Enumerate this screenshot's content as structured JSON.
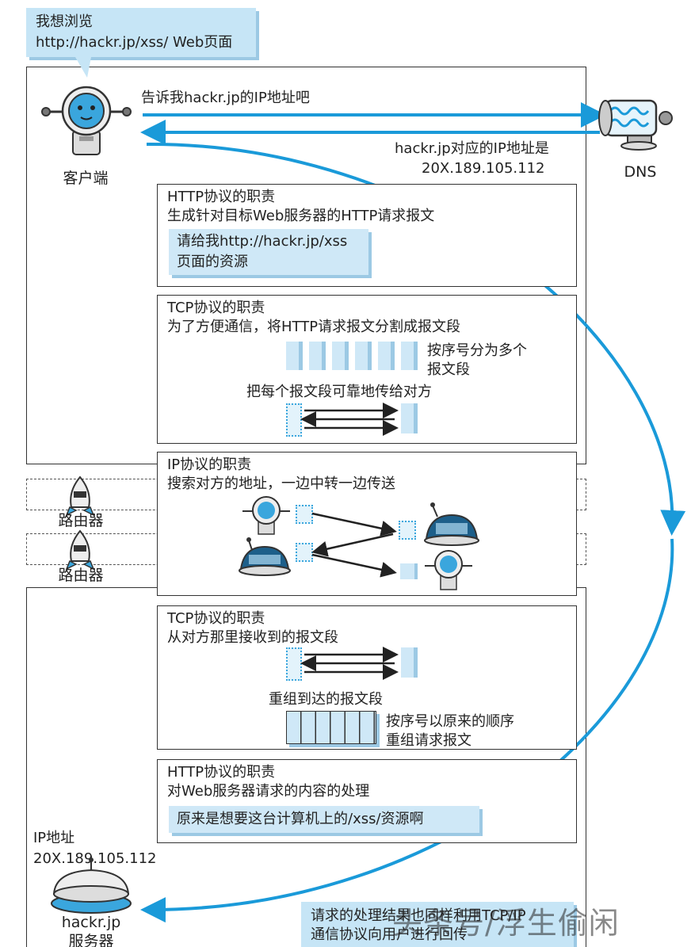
{
  "top_callout": {
    "line1": "我想浏览",
    "line2": "http://hackr.jp/xss/ Web页面"
  },
  "client_label": "客户端",
  "dns_label": "DNS",
  "dns_request": "告诉我hackr.jp的IP地址吧",
  "dns_response": {
    "line1": "hackr.jp对应的IP地址是",
    "line2": "20X.189.105.112"
  },
  "http_client": {
    "title": "HTTP协议的职责",
    "desc": "生成针对目标Web服务器的HTTP请求报文",
    "bubble_line1": "请给我http://hackr.jp/xss",
    "bubble_line2": "页面的资源"
  },
  "tcp_client": {
    "title": "TCP协议的职责",
    "desc": "为了方便通信，将HTTP请求报文分割成报文段",
    "seq_note_line1": "按序号分为多个",
    "seq_note_line2": "报文段",
    "reliable": "把每个报文段可靠地传给对方"
  },
  "ip_layer": {
    "title": "IP协议的职责",
    "desc": "搜索对方的地址，一边中转一边传送"
  },
  "router_label": "路由器",
  "tcp_server": {
    "title": "TCP协议的职责",
    "desc": "从对方那里接收到的报文段",
    "reassemble": "重组到达的报文段",
    "order_note_line1": "按序号以原来的顺序",
    "order_note_line2": "重组请求报文"
  },
  "http_server": {
    "title": "HTTP协议的职责",
    "desc": "对Web服务器请求的内容的处理",
    "bubble": "原来是想要这台计算机上的/xss/资源啊"
  },
  "server_ip": {
    "line1": "IP地址",
    "line2": "20X.189.105.112"
  },
  "server_label": {
    "line1": "hackr.jp",
    "line2": "服务器"
  },
  "bottom_callout": {
    "line1": "请求的处理结果也同样利用TCP/IP",
    "line2": "通信协议向用户进行回传"
  },
  "watermark": "头条号/浮生偷闲",
  "colors": {
    "accent": "#1a9ad9",
    "highlight": "#cfe8f7"
  }
}
